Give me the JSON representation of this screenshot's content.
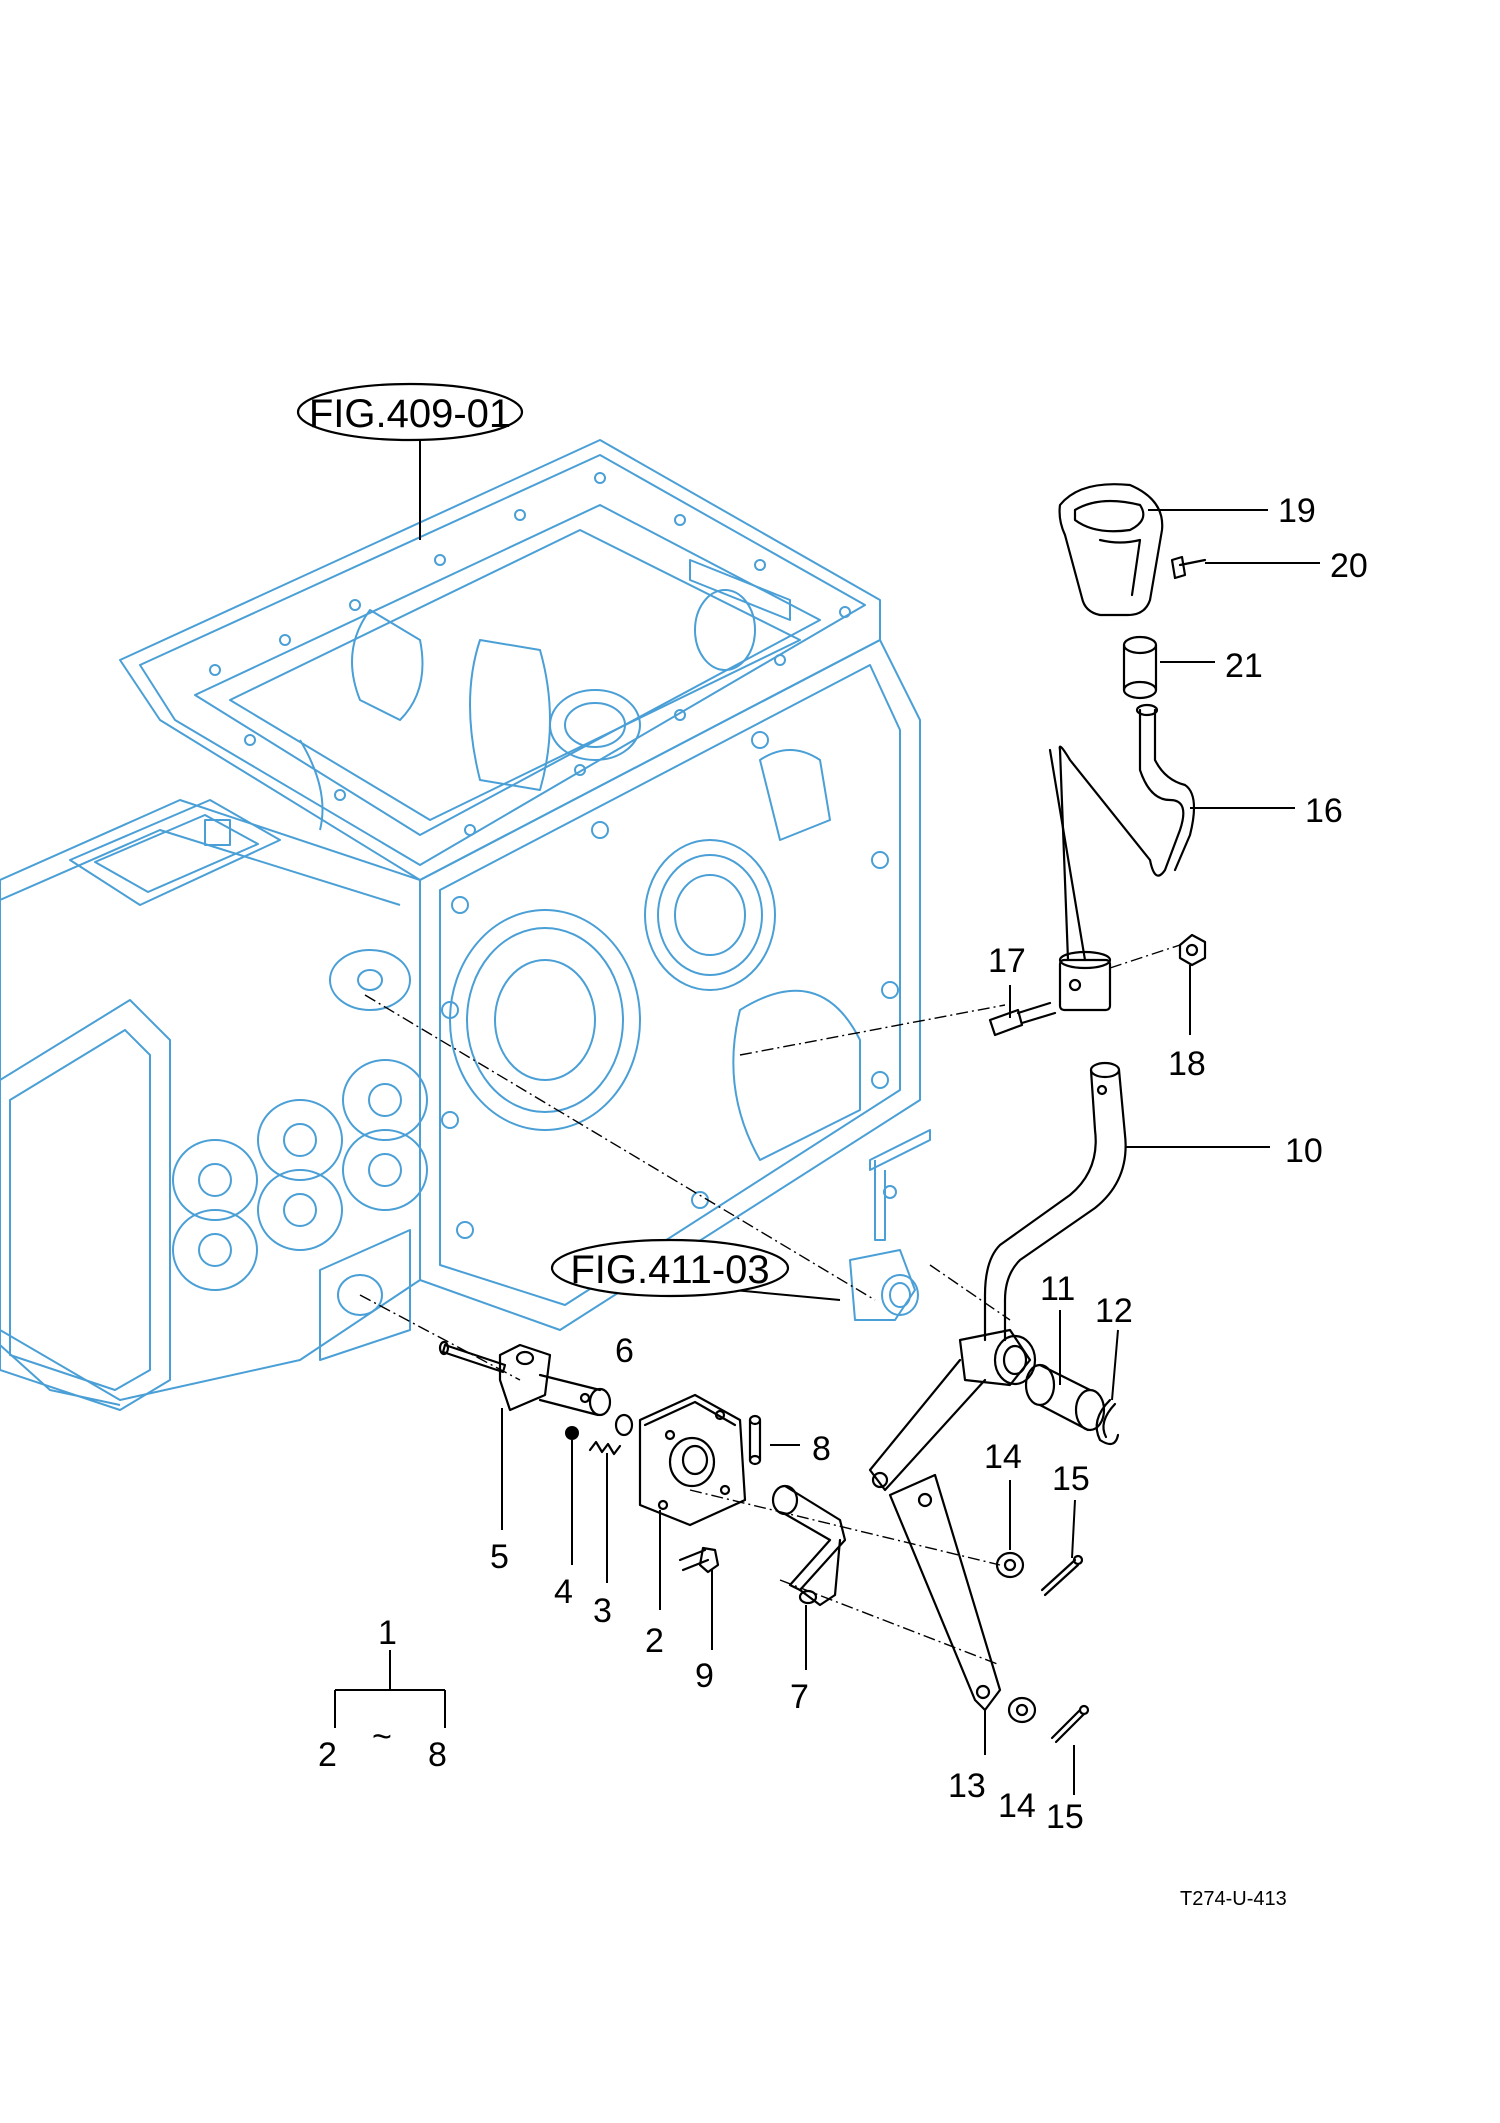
{
  "figure_refs": {
    "upper": "FIG.409-01",
    "lower": "FIG.411-03"
  },
  "drawing_code": "T274-U-413",
  "callouts": {
    "p1": "1",
    "p2_plate": "2",
    "p2_bracket": "2",
    "p3": "3",
    "p4": "4",
    "p5": "5",
    "p6": "6",
    "p7": "7",
    "p8_pin": "8",
    "p8_bracket": "8",
    "p9": "9",
    "p10": "10",
    "p11": "11",
    "p12": "12",
    "p13": "13",
    "p14_a": "14",
    "p14_b": "14",
    "p15_a": "15",
    "p15_b": "15",
    "p16": "16",
    "p17": "17",
    "p18": "18",
    "p19": "19",
    "p20": "20",
    "p21": "21",
    "tilde": "~"
  },
  "colors": {
    "housing_line": "#4a9fd6",
    "part_line": "#000000",
    "background": "#ffffff"
  }
}
